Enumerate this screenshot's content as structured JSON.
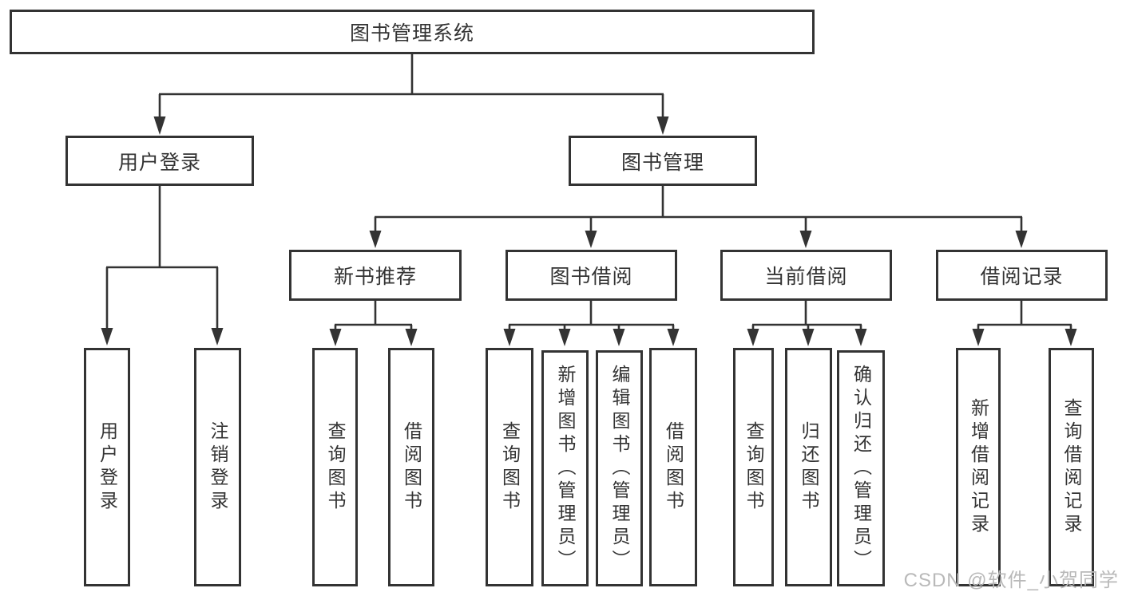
{
  "tree": {
    "label": "图书管理系统",
    "children": [
      {
        "label": "用户登录",
        "children": [
          {
            "label": "用户登录"
          },
          {
            "label": "注销登录"
          }
        ]
      },
      {
        "label": "图书管理",
        "children": [
          {
            "label": "新书推荐",
            "children": [
              {
                "label": "查询图书"
              },
              {
                "label": "借阅图书"
              }
            ]
          },
          {
            "label": "图书借阅",
            "children": [
              {
                "label": "查询图书"
              },
              {
                "label": "新增图书（管理员）"
              },
              {
                "label": "编辑图书（管理员）"
              },
              {
                "label": "借阅图书"
              }
            ]
          },
          {
            "label": "当前借阅",
            "children": [
              {
                "label": "查询图书"
              },
              {
                "label": "归还图书"
              },
              {
                "label": "确认归还（管理员）"
              }
            ]
          },
          {
            "label": "借阅记录",
            "children": [
              {
                "label": "新增借阅记录"
              },
              {
                "label": "查询借阅记录"
              }
            ]
          }
        ]
      }
    ]
  },
  "watermark": "CSDN @软件_小贺同学",
  "colors": {
    "line": "#333333",
    "box_border": "#333333",
    "box_fill": "#ffffff",
    "text": "#333333",
    "watermark": "#b9b9b9"
  }
}
